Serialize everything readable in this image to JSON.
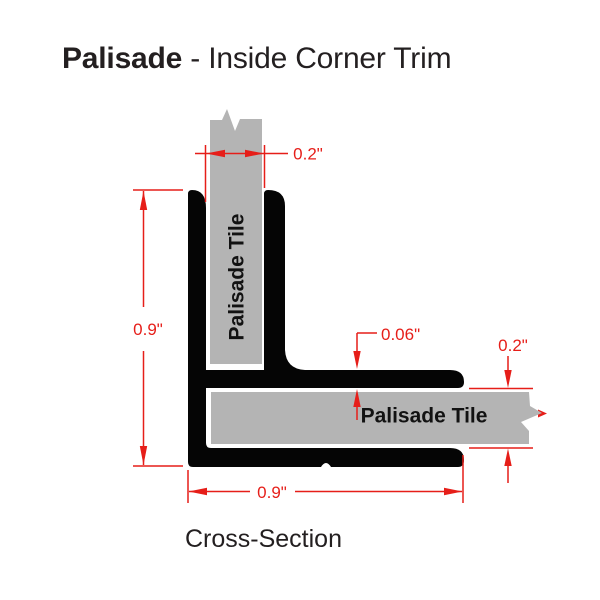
{
  "title": {
    "brand": "Palisade",
    "rest": " - Inside Corner Trim"
  },
  "caption": "Cross-Section",
  "tiles": {
    "vertical_label": "Palisade Tile",
    "horizontal_label": "Palisade Tile"
  },
  "dimensions": {
    "top_tile_width": "0.2\"",
    "left_height": "0.9\"",
    "wall_thickness": "0.06\"",
    "right_tile_thickness": "0.2\"",
    "bottom_width": "0.9\""
  },
  "colors": {
    "trim_profile": "#050505",
    "tile_fill": "#b4b4b4",
    "dimension_red": "#e61e19",
    "text_dark": "#231f20",
    "background": "#ffffff"
  }
}
